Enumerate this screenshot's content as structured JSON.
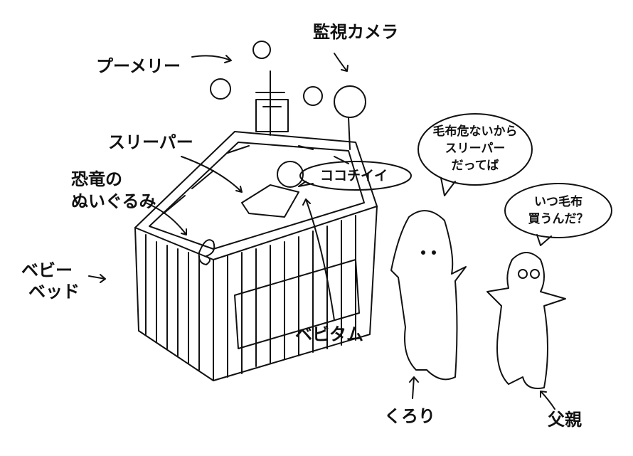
{
  "labels": {
    "camera": "監視カメラ",
    "mobile": "プーメリー",
    "sleeper": "スリーパー",
    "dino_line1": "恐竜の",
    "dino_line2": "ぬいぐるみ",
    "bed_line1": "ベビー",
    "bed_line2": "ベッド",
    "bebitam": "ベビタム",
    "kurori": "くろり",
    "father": "父親"
  },
  "bubbles": {
    "baby": "ココチイイ",
    "kurori_line1": "毛布危ないから",
    "kurori_line2": "スリーパー",
    "kurori_line3": "だってば",
    "father_line1": "いつ毛布",
    "father_line2": "買うんだ？"
  },
  "colors": {
    "ink": "#111111",
    "paper": "#ffffff"
  }
}
